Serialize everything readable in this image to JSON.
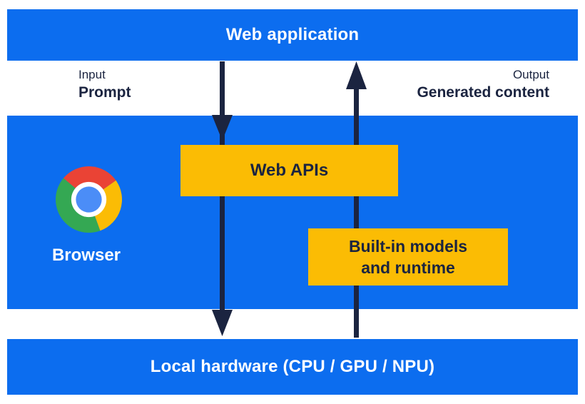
{
  "colors": {
    "band_blue": "#0c6def",
    "box_yellow": "#fbbc04",
    "ink_navy": "#1b2440",
    "text_white": "#ffffff",
    "chrome_red": "#ea4335",
    "chrome_yellow": "#fbbc05",
    "chrome_green": "#34a853",
    "chrome_blue": "#4b8df7"
  },
  "bands": {
    "web_application": {
      "label": "Web application"
    },
    "browser": {
      "label": "Browser"
    },
    "local_hardware": {
      "label": "Local hardware (CPU / GPU / NPU)"
    }
  },
  "boxes": {
    "web_apis": {
      "label": "Web APIs"
    },
    "builtin_models": {
      "line1": "Built-in models",
      "line2": "and runtime"
    }
  },
  "flows": {
    "input": {
      "caption": "Input",
      "label": "Prompt"
    },
    "output": {
      "caption": "Output",
      "label": "Generated content"
    }
  },
  "icons": {
    "chrome_logo": "chrome-browser-logo",
    "down_arrow": "prompt-flow-down-arrow",
    "up_arrow": "generated-content-up-arrow"
  }
}
